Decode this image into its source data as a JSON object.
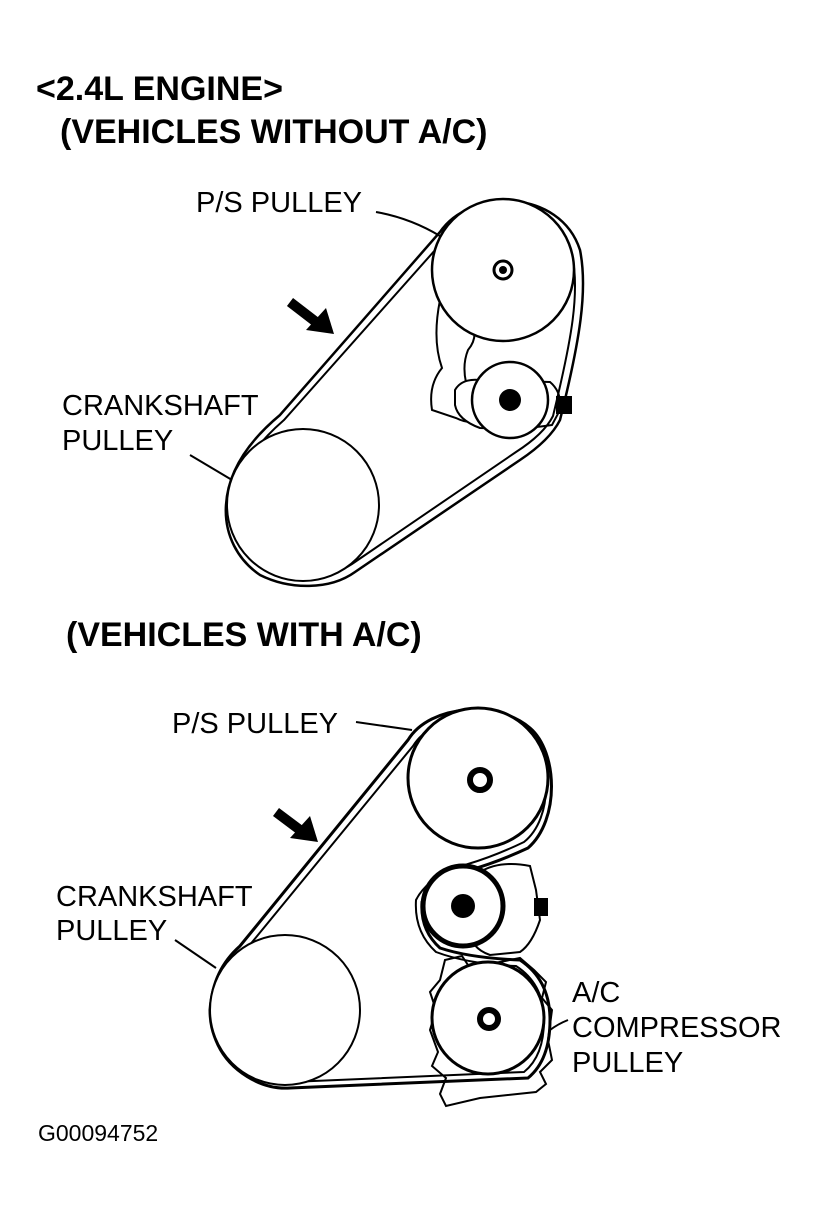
{
  "heading": {
    "engine": "<2.4L ENGINE>",
    "without_ac": "(VEHICLES WITHOUT A/C)",
    "with_ac": "(VEHICLES WITH A/C)"
  },
  "diagram_without_ac": {
    "ps_pulley_label": "P/S PULLEY",
    "crankshaft_label_line1": "CRANKSHAFT",
    "crankshaft_label_line2": "PULLEY"
  },
  "diagram_with_ac": {
    "ps_pulley_label": "P/S PULLEY",
    "crankshaft_label_line1": "CRANKSHAFT",
    "crankshaft_label_line2": "PULLEY",
    "ac_label_line1": "A/C",
    "ac_label_line2": "COMPRESSOR",
    "ac_label_line3": "PULLEY"
  },
  "figure_code": "G00094752",
  "colors": {
    "ink": "#000000",
    "paper": "#ffffff"
  }
}
